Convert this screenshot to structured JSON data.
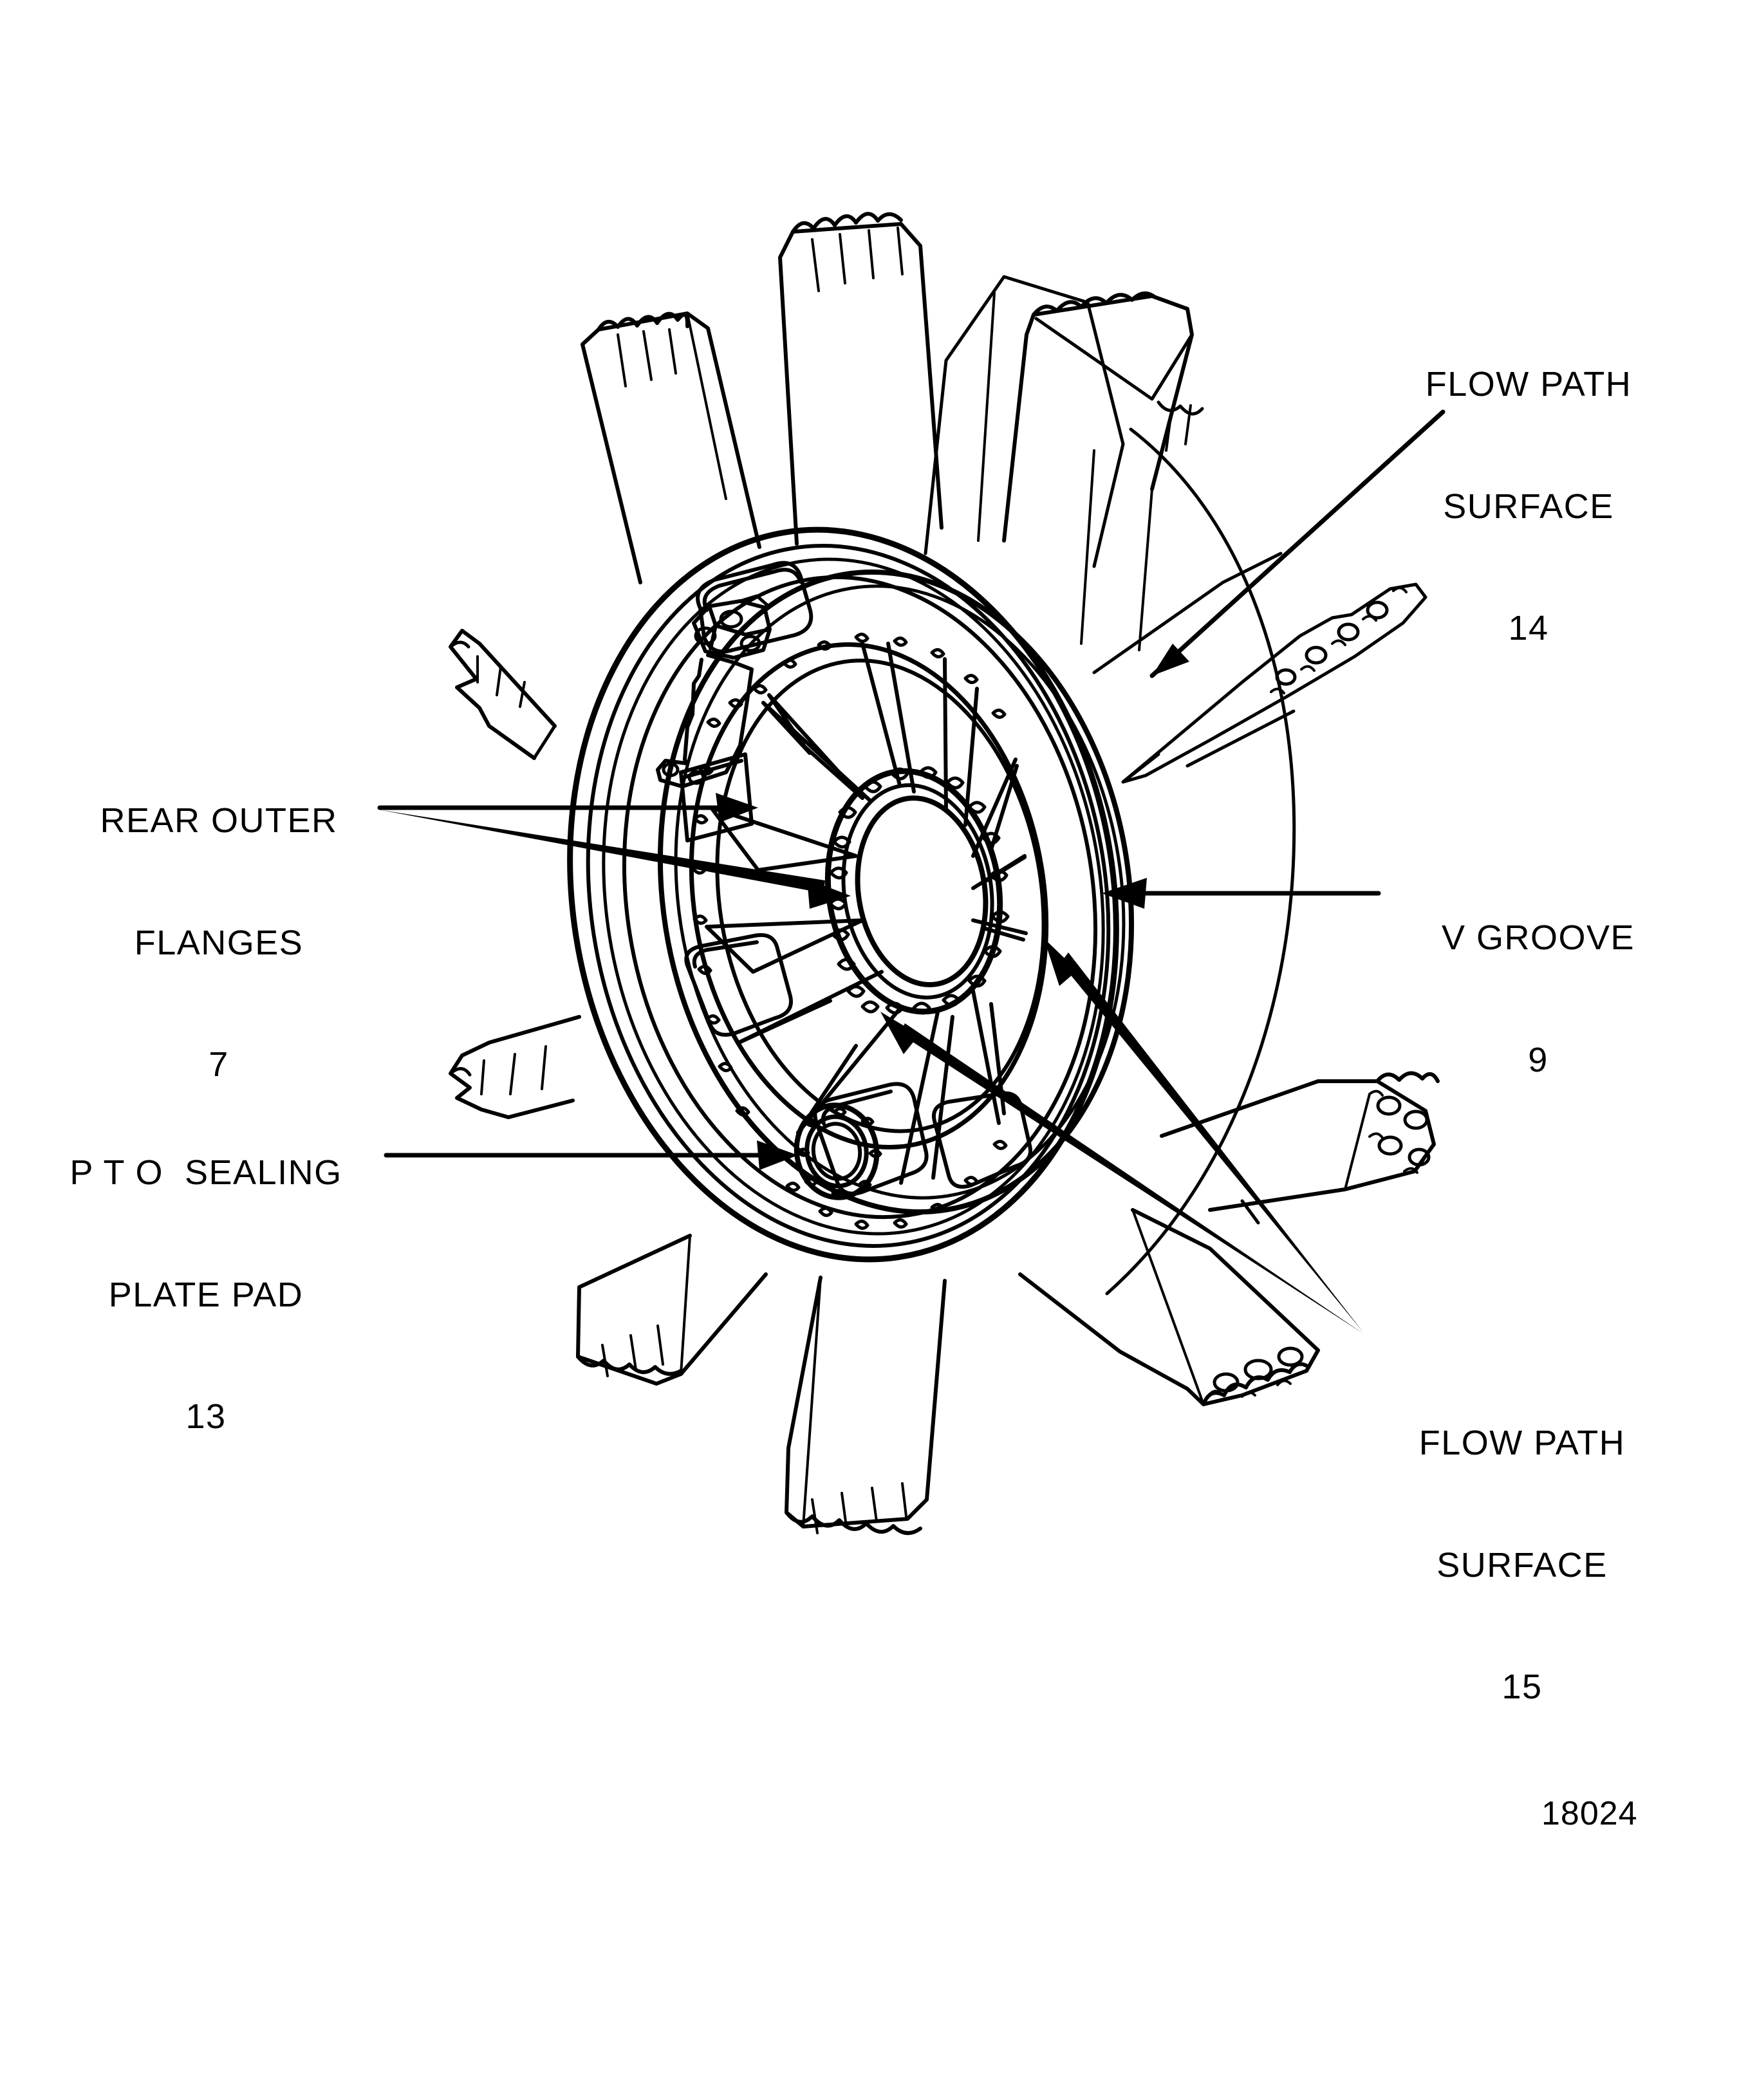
{
  "figure": {
    "number": "18024",
    "subject": "turbine-fan-frame-assembly",
    "line_color": "#000000",
    "background_color": "#ffffff"
  },
  "callouts": [
    {
      "id": "flow-path-surface-14",
      "lines": [
        "FLOW PATH",
        "SURFACE",
        "14"
      ],
      "item_number": "14",
      "leader": "diagonal-arrow-down-left"
    },
    {
      "id": "rear-outer-flanges-7",
      "lines": [
        "REAR OUTER",
        "FLANGES",
        "7"
      ],
      "item_number": "7",
      "leader": "two-arrows-right"
    },
    {
      "id": "pto-sealing-plate-pad-13",
      "lines": [
        "P T O  SEALING",
        "PLATE PAD",
        "13"
      ],
      "item_number": "13",
      "leader": "horizontal-arrow-right"
    },
    {
      "id": "v-groove-9",
      "lines": [
        "V GROOVE",
        "9"
      ],
      "item_number": "9",
      "leader": "horizontal-arrow-left"
    },
    {
      "id": "flow-path-surface-15",
      "lines": [
        "FLOW PATH",
        "SURFACE",
        "15"
      ],
      "item_number": "15",
      "leader": "two-tapered-arrows-up-left"
    }
  ],
  "labels": {
    "flow14_l1": "FLOW PATH",
    "flow14_l2": "SURFACE",
    "flow14_l3": "14",
    "rear7_l1": "REAR OUTER",
    "rear7_l2": "FLANGES",
    "rear7_l3": "7",
    "pto13_l1": "P T O  SEALING",
    "pto13_l2": "PLATE PAD",
    "pto13_l3": "13",
    "vgroove9_l1": "V GROOVE",
    "vgroove9_l2": "9",
    "flow15_l1": "FLOW PATH",
    "flow15_l2": "SURFACE",
    "flow15_l3": "15",
    "figure_number": "18024"
  }
}
